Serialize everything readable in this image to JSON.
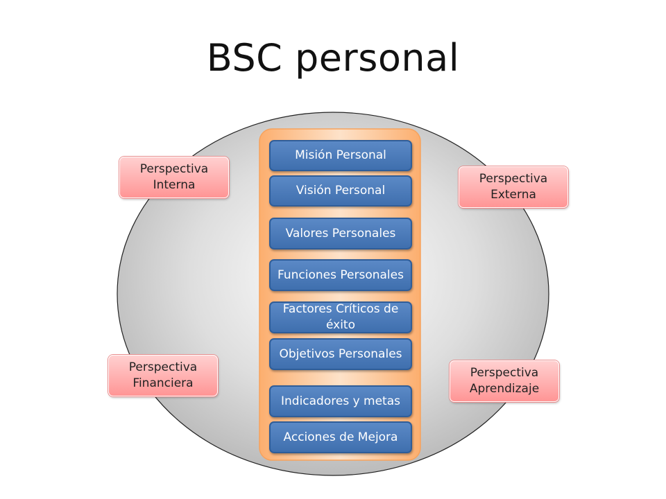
{
  "title": "BSC personal",
  "steps": [
    "Misión Personal",
    "Visión Personal",
    "Valores Personales",
    "Funciones Personales",
    "Factores Críticos de éxito",
    "Objetivos Personales",
    "Indicadores y metas",
    "Acciones de Mejora"
  ],
  "perspectives": {
    "interna": "Perspectiva Interna",
    "externa": "Perspectiva Externa",
    "financiera": "Perspectiva Financiera",
    "aprendizaje": "Perspectiva Aprendizaje"
  },
  "colors": {
    "step_fill": "#4f7fc0",
    "perspective_fill": "#ffb3b3",
    "column_fill": "#fcb47a",
    "oval_fill": "#c8c8c8"
  }
}
